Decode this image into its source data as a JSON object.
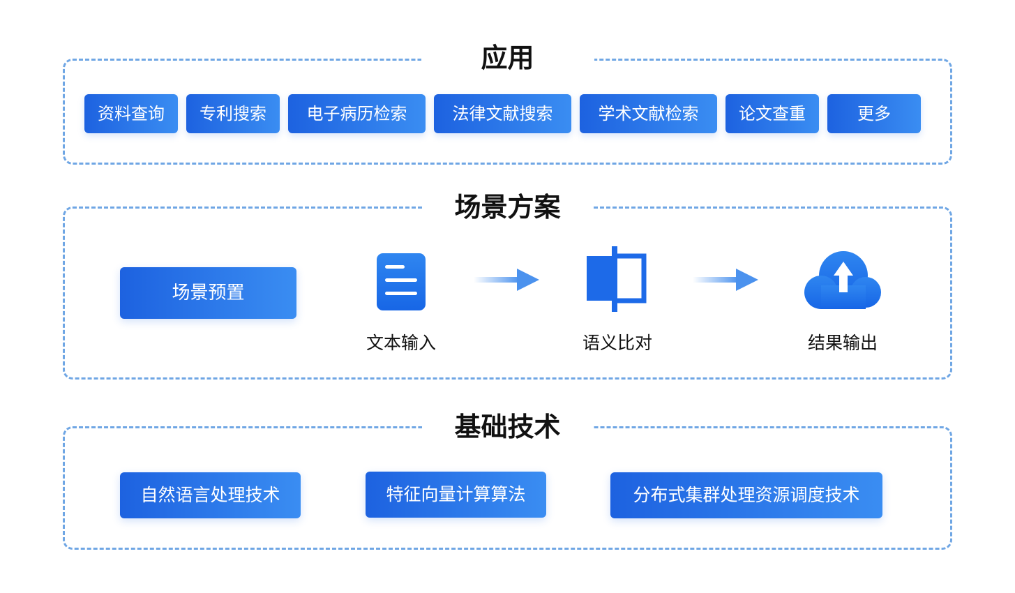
{
  "app": {
    "title": "应用",
    "items": [
      "资料查询",
      "专利搜索",
      "电子病历检索",
      "法律文献搜索",
      "学术文献检索",
      "论文查重",
      "更多"
    ]
  },
  "scene": {
    "title": "场景方案",
    "preset_label": "场景预置",
    "steps": [
      {
        "label": "文本输入",
        "icon": "document-icon"
      },
      {
        "label": "语义比对",
        "icon": "compare-split-icon"
      },
      {
        "label": "结果输出",
        "icon": "cloud-upload-icon"
      }
    ]
  },
  "tech": {
    "title": "基础技术",
    "items": [
      "自然语言处理技术",
      "特征向量计算算法",
      "分布式集群处理资源调度技术"
    ]
  },
  "colors": {
    "accent_start": "#1d62e0",
    "accent_end": "#3a8df2",
    "border": "#6fa6e4"
  }
}
